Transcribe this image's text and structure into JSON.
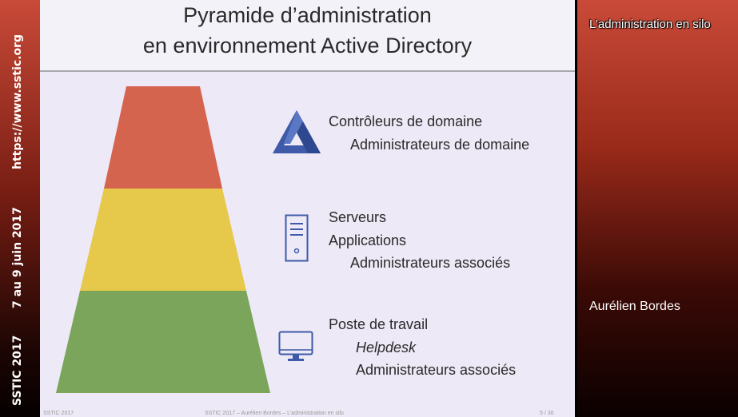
{
  "sidebar": {
    "url": "https://www.sstic.org",
    "dates": "7 au 9 juin 2017",
    "event": "SSTIC 2017"
  },
  "slide": {
    "title_line1": "Pyramide d’administration",
    "title_line2": "en environnement Active Directory",
    "levels": [
      {
        "icon": "triangle-logo-icon",
        "lines": [
          "Contrôleurs de domaine",
          "Administrateurs de domaine"
        ]
      },
      {
        "icon": "server-icon",
        "lines": [
          "Serveurs",
          "Applications",
          "Administrateurs associés"
        ]
      },
      {
        "icon": "monitor-icon",
        "lines": [
          "Poste de travail",
          "Helpdesk",
          "Administrateurs associés"
        ]
      }
    ],
    "footer_left": "SSTIC 2017",
    "footer_center": "SSTIC 2017 – Aurélien Bordes – L’administration en silo",
    "footer_right": "5 / 30"
  },
  "panel": {
    "talk_title": "L’administration en silo",
    "author": "Aurélien Bordes"
  },
  "colors": {
    "top": "#d4644e",
    "middle": "#e6c84a",
    "bottom": "#7aa55a",
    "icon_blue": "#3e5aa8"
  }
}
